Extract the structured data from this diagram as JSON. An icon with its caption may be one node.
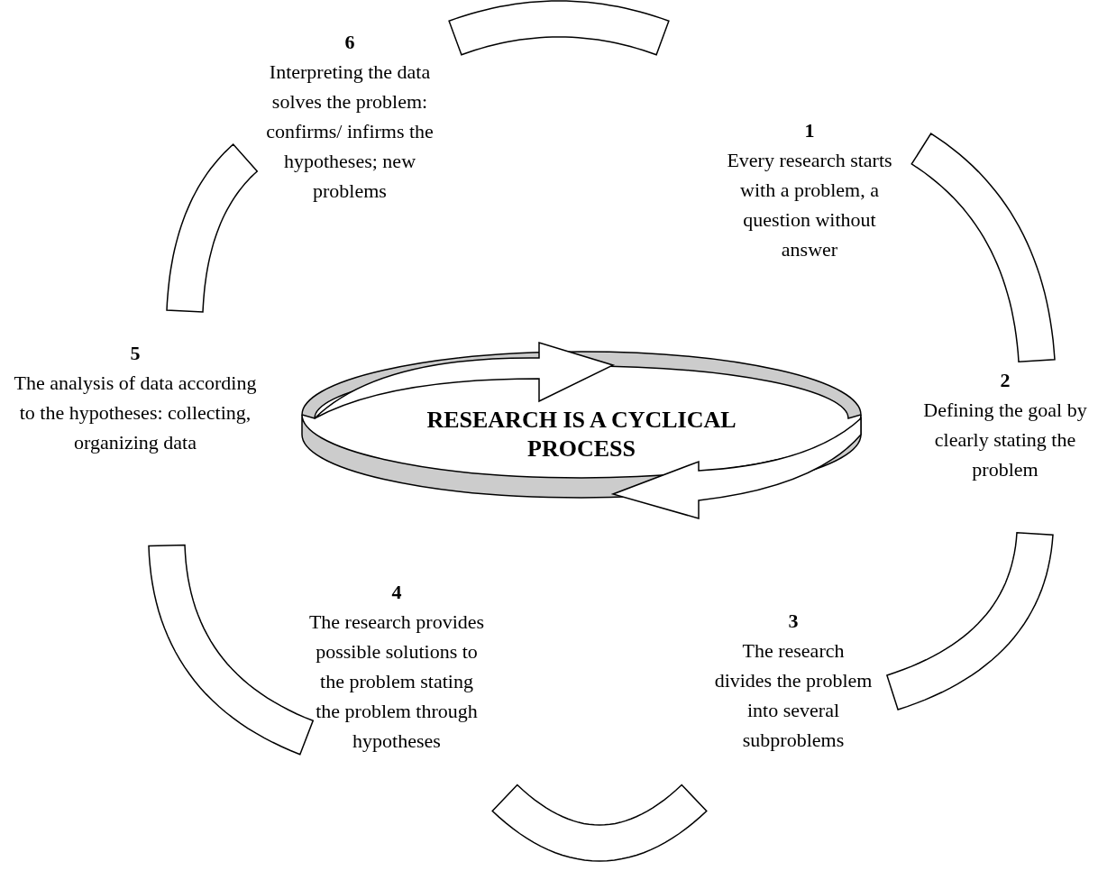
{
  "diagram": {
    "nodes": [
      {
        "text": [
          "1",
          "Every research starts with a problem, a question without answer"
        ]
      },
      {
        "text": [
          "2",
          "Defining the goal by clearly stating the problem"
        ]
      },
      {
        "text": [
          "3",
          "The research divides the problem into several subproblems"
        ]
      },
      {
        "text": [
          "4",
          "The research provides possible solutions to the problem stating the problem through hypotheses"
        ]
      },
      {
        "text": [
          "5",
          "The analysis of data according to the hypotheses: collecting, organizing data"
        ]
      },
      {
        "text": [
          "6",
          "Interpreting the data solves the problem: confirms/ infirms the hypotheses; new problems"
        ]
      },
      {
        "text": [
          "RESEARCH IS A CYCLICAL PROCESS"
        ]
      }
    ],
    "edges": [
      {
        "from": 5,
        "to": 0,
        "arrow": "none",
        "style": "thick"
      },
      {
        "from": 0,
        "to": 1,
        "arrow": "none",
        "style": "thick"
      },
      {
        "from": 1,
        "to": 2,
        "arrow": "none",
        "style": "thick"
      },
      {
        "from": 2,
        "to": 3,
        "arrow": "none",
        "style": "thick"
      },
      {
        "from": 3,
        "to": 4,
        "arrow": "none",
        "style": "thick"
      },
      {
        "from": 4,
        "to": 5,
        "arrow": "none",
        "style": "thick"
      }
    ]
  }
}
